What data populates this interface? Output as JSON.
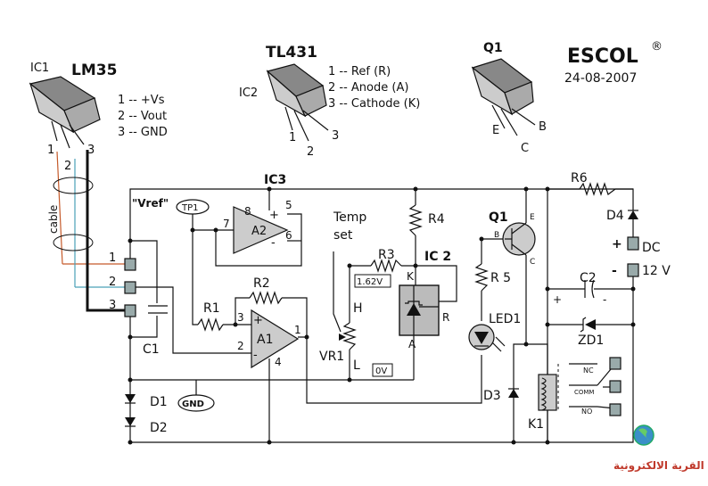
{
  "brand": {
    "name": "ESCOL",
    "mark": "®",
    "date": "24-08-2007"
  },
  "ic1": {
    "ref": "IC1",
    "part": "LM35",
    "pins": [
      "1 -- +Vs",
      "2 -- Vout",
      "3 -- GND"
    ],
    "legs": [
      "1",
      "2",
      "3"
    ]
  },
  "ic2": {
    "ref": "IC2",
    "part": "TL431",
    "pins": [
      "1 -- Ref (R)",
      "2 -- Anode  (A)",
      "3 -- Cathode (K)"
    ],
    "legs": [
      "1",
      "2",
      "3"
    ]
  },
  "q1pkg": {
    "ref": "Q1",
    "legs": [
      "E",
      "C",
      "B"
    ]
  },
  "cable": "cable",
  "terminals": [
    "1",
    "2",
    "3"
  ],
  "labels": {
    "ic3": "IC3",
    "vref": "\"Vref\"",
    "tp1": "TP1",
    "a2": "A2",
    "a1": "A1",
    "p8": "8",
    "p5": "5",
    "p7": "7",
    "p6": "6",
    "p3": "3",
    "p2": "2",
    "p1": "1",
    "p4": "4",
    "plus": "+",
    "minus": "-",
    "r1": "R1",
    "r2": "R2",
    "r3": "R3",
    "r4": "R4",
    "r5": "R 5",
    "r6": "R6",
    "c1": "C1",
    "c2": "C2",
    "d1": "D1",
    "d2": "D2",
    "d3": "D3",
    "d4": "D4",
    "zd1": "ZD1",
    "led1": "LED1",
    "q1": "Q1",
    "k1": "K1",
    "vr1": "VR1",
    "gnd": "GND",
    "temp1": "Temp",
    "temp2": "set",
    "ic2": "IC 2",
    "k": "K",
    "r": "R",
    "a": "A",
    "v162": "1.62V",
    "h": "H",
    "l": "L",
    "v0": "0V",
    "qb": "B",
    "qe": "E",
    "qc": "C",
    "dc": "DC",
    "v12": "12 V",
    "nc": "NC",
    "comm": "COMM",
    "no": "NO",
    "logo": "القرية الالكترونية"
  }
}
